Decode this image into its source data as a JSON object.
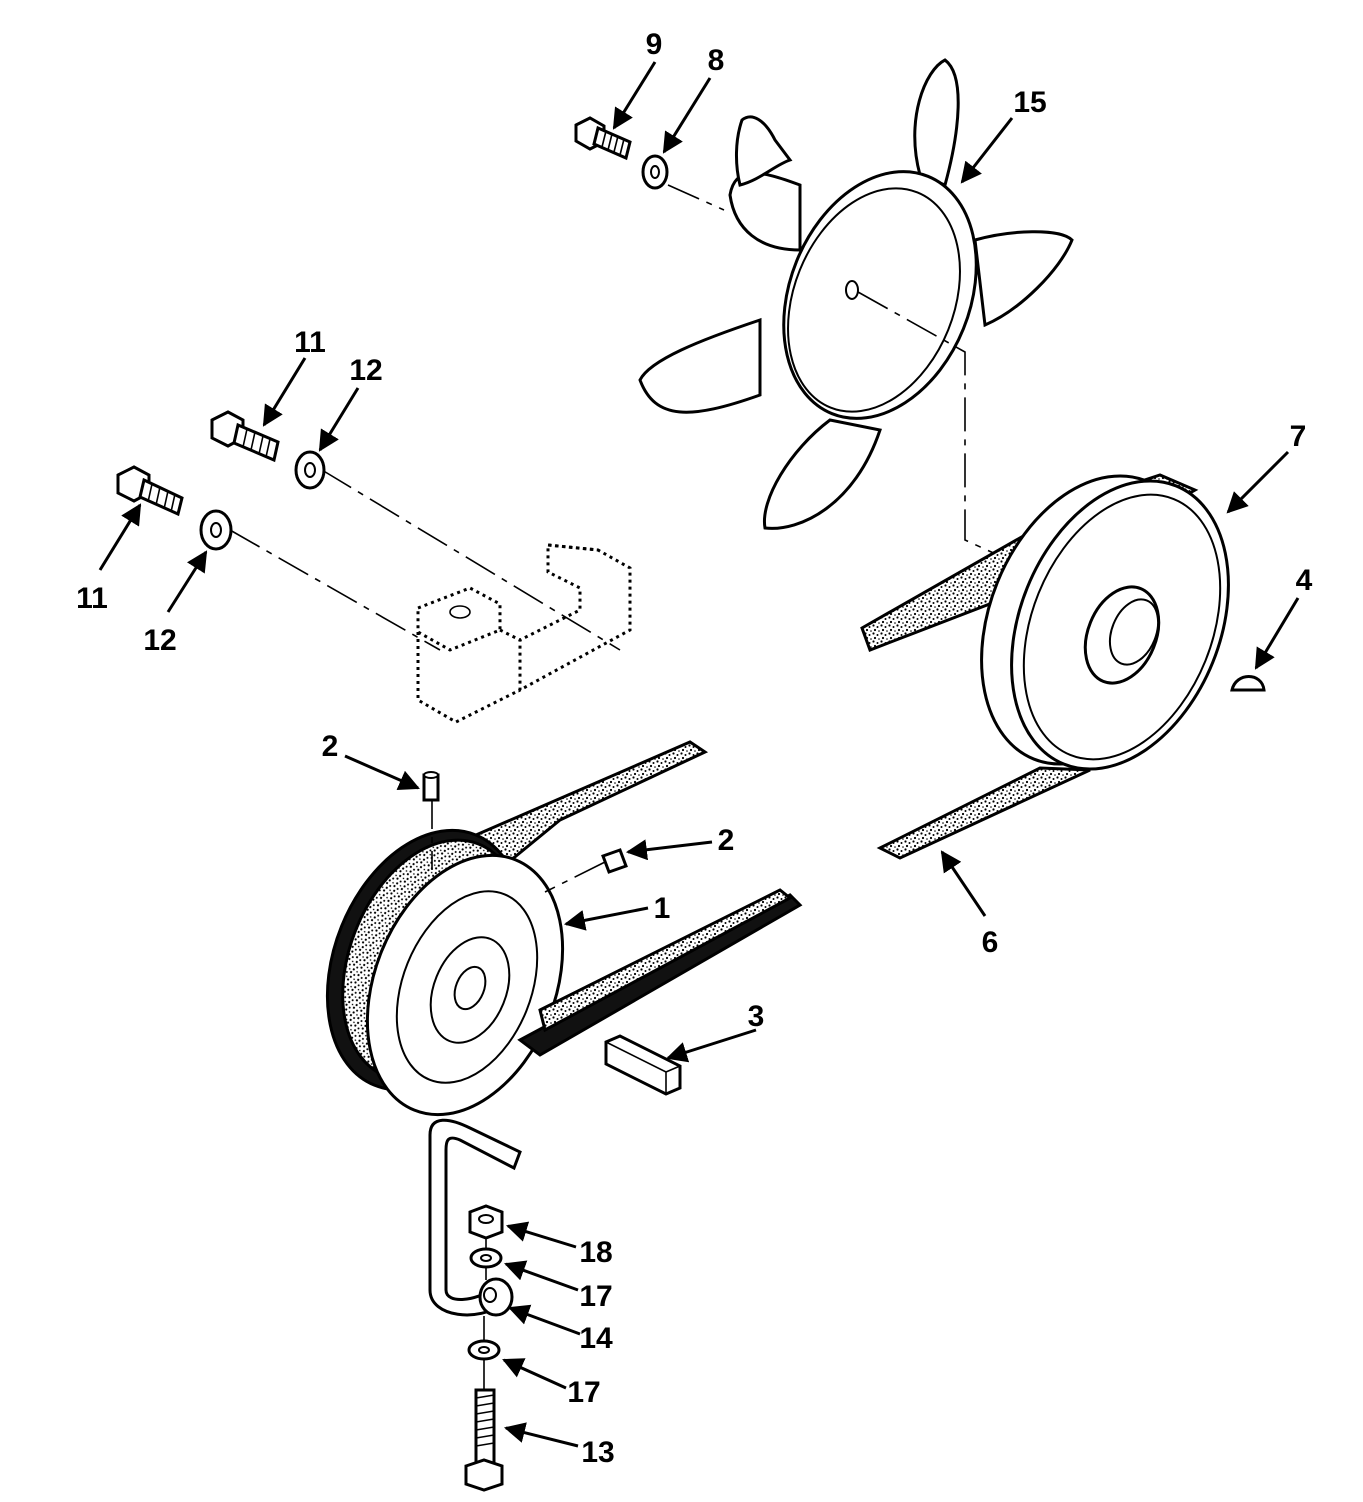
{
  "callouts": {
    "c1": "1",
    "c2a": "2",
    "c2b": "2",
    "c3": "3",
    "c4": "4",
    "c6": "6",
    "c7": "7",
    "c8": "8",
    "c9": "9",
    "c11a": "11",
    "c11b": "11",
    "c12a": "12",
    "c12b": "12",
    "c13": "13",
    "c14": "14",
    "c15": "15",
    "c17a": "17",
    "c17b": "17",
    "c18": "18"
  }
}
